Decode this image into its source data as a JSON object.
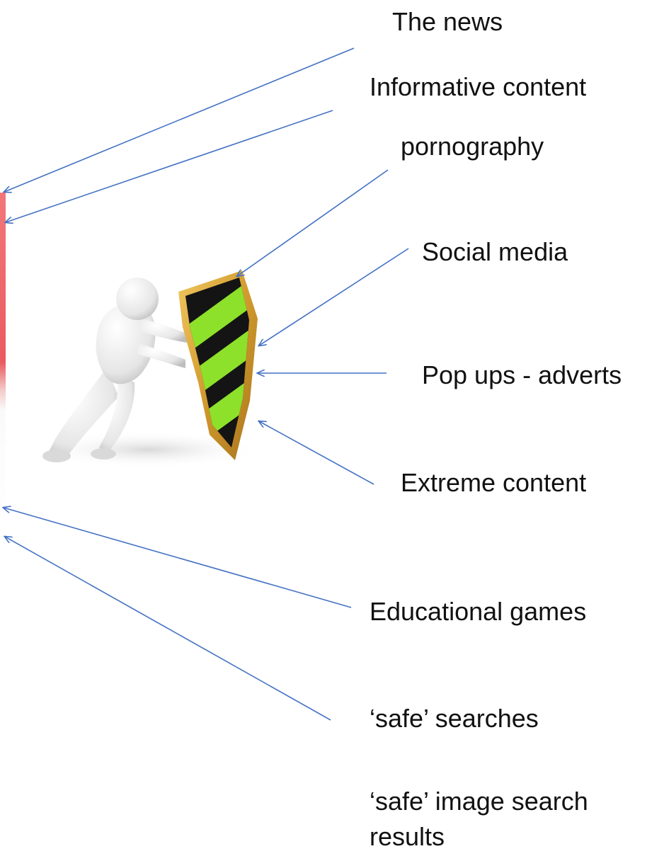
{
  "labels": {
    "news": "The news",
    "informative": "Informative content",
    "pornography": "pornography",
    "social_media": "Social media",
    "popups": "Pop ups - adverts",
    "extreme": "Extreme content",
    "educational_games": "Educational games",
    "safe_searches": "‘safe’ searches",
    "safe_image_results": "‘safe’ image search results"
  },
  "colors": {
    "arrow": "#4472c4",
    "shield_rim": "#d4a43a",
    "shield_green": "#8ee12a",
    "shield_black": "#141414",
    "filter_strip": "#ea5b60",
    "figure": "#e8e8e8"
  },
  "illustration": {
    "subject": "3D figure pushing a shield",
    "icons": [
      "figure-icon",
      "shield-icon"
    ]
  }
}
